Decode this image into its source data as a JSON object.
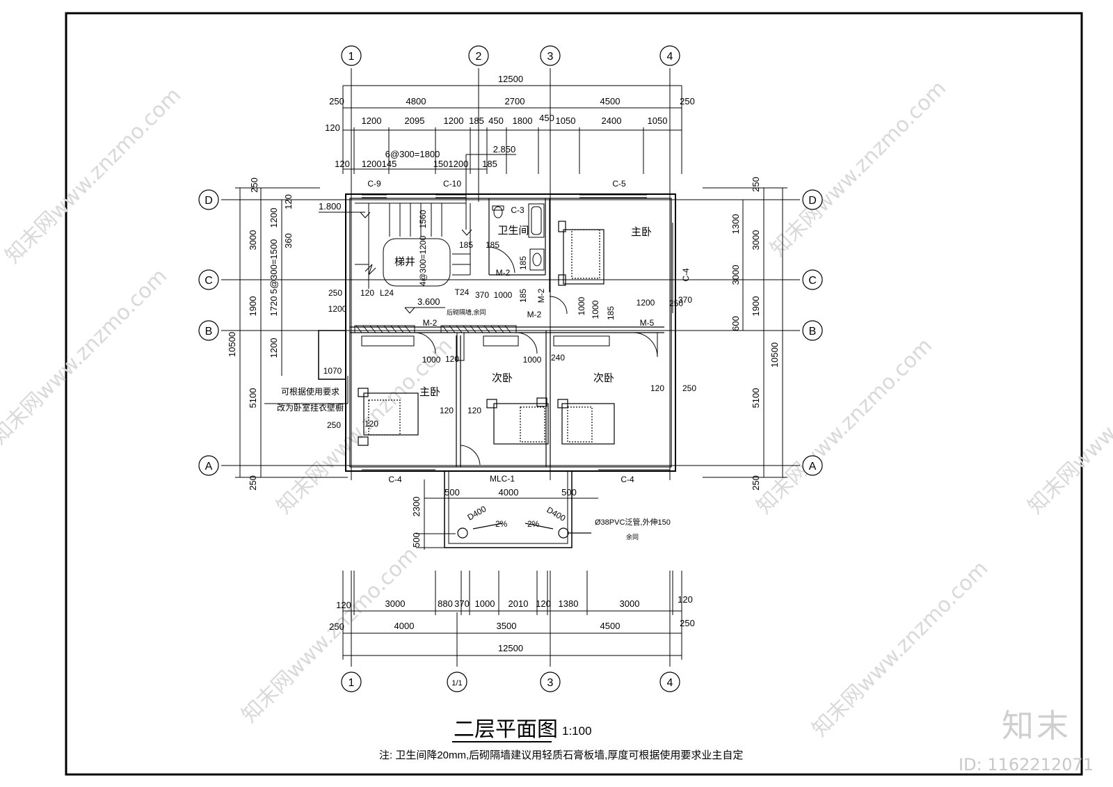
{
  "title": "二层平面图",
  "scale": "1:100",
  "note": "注: 卫生间降20mm,后砌隔墙建议用轻质石膏板墙,厚度可根据使用要求业主自定",
  "axes": {
    "top": [
      "1",
      "2",
      "3",
      "4"
    ],
    "bottom": [
      "1",
      "1/1",
      "3",
      "4"
    ],
    "left": [
      "D",
      "C",
      "B",
      "A"
    ],
    "right": [
      "D",
      "C",
      "B",
      "A"
    ]
  },
  "dims": {
    "top_total": "12500",
    "top_row1": [
      "250",
      "4800",
      "2700",
      "4500",
      "250"
    ],
    "top_row2": [
      "120",
      "1200",
      "2095",
      "1200",
      "185",
      "450",
      "1800",
      "450",
      "1050",
      "2400",
      "1050"
    ],
    "top_row3": [
      "120",
      "1200145",
      "6@300=1800",
      "1501200",
      "185",
      "2.850"
    ],
    "bottom_row1": [
      "120",
      "3000",
      "880",
      "370",
      "1000",
      "2010",
      "120",
      "1380",
      "3000",
      "120"
    ],
    "bottom_row2": [
      "250",
      "4000",
      "3500",
      "4500",
      "250"
    ],
    "bottom_total": "12500",
    "left_outer": [
      "250",
      "3000",
      "1900",
      "10500",
      "5100",
      "250"
    ],
    "left_inner": [
      "1200",
      "5@300=1500",
      "1720",
      "1200"
    ],
    "left_small": [
      "120",
      "360",
      "120"
    ],
    "right_outer": [
      "250",
      "3000",
      "1900",
      "10500",
      "5100",
      "250"
    ],
    "right_inner": [
      "1300",
      "3000",
      "600"
    ],
    "balcony": [
      "500",
      "4000",
      "500",
      "2300",
      "500"
    ]
  },
  "rooms": {
    "stair": "梯井",
    "bath": "卫生间",
    "master_top": "主卧",
    "master_left": "主卧",
    "second1": "次卧",
    "second2": "次卧"
  },
  "labels": {
    "windows": [
      "C-9",
      "C-10",
      "C-3",
      "C-5",
      "C-4",
      "C-4",
      "C-4",
      "MLC-1"
    ],
    "doors": [
      "M-2",
      "M-2",
      "M-2",
      "M-2",
      "M-5"
    ],
    "elevations": [
      "1.800",
      "3.600"
    ],
    "stair_dims": [
      "1560",
      "4@300=1200",
      "185",
      "185",
      "185",
      "370",
      "1000",
      "185",
      "1000",
      "185",
      "1200",
      "370",
      "120",
      "L24",
      "T24"
    ],
    "wall_dims": [
      "250",
      "1200",
      "1000",
      "1000",
      "1000",
      "120",
      "120",
      "120",
      "120",
      "250",
      "240",
      "120",
      "250",
      "1070",
      "250"
    ],
    "partition_note": "后砌隔墙,余同",
    "closet_note_1": "可根据使用要求",
    "closet_note_2": "改为卧室挂衣壁橱",
    "drain": "D400",
    "drain2": "D400",
    "slope": "2%",
    "slope2": "2%",
    "pipe_note": "Ø38PVC泛管,外伸150",
    "pipe_note2": "余同"
  },
  "watermark": "知末网www.znzmo.com",
  "brand": "知末",
  "id_text": "ID: 1162212071"
}
